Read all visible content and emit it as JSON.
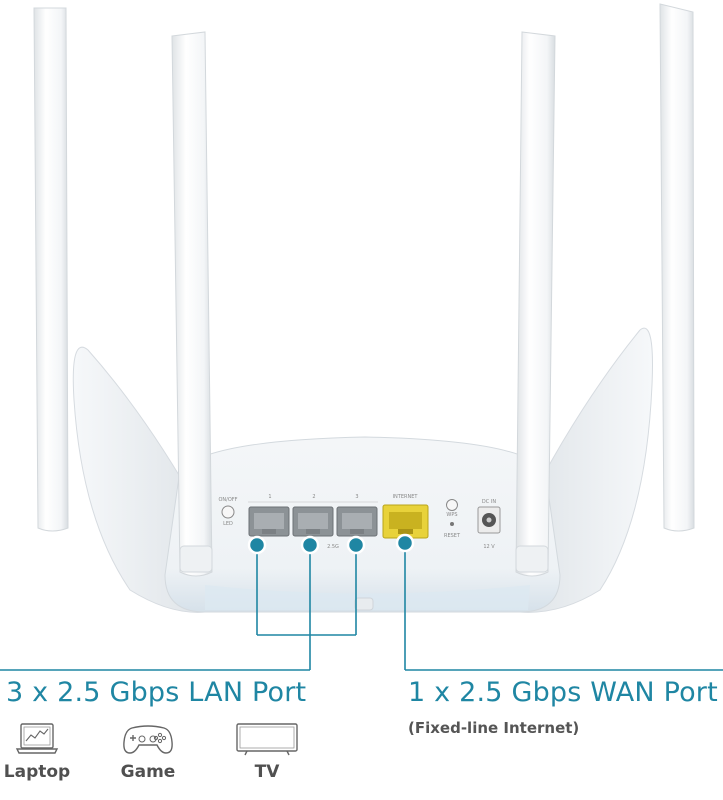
{
  "router": {
    "button_label_1": "ON/OFF",
    "button_label_2": "LED",
    "port_numbers": [
      "1",
      "2",
      "3"
    ],
    "internet_label": "INTERNET",
    "wps_label": "WPS",
    "reset_label": "RESET",
    "dc_label": "DC IN",
    "voltage_label": "12 V",
    "lan_speed_label": "2.5G"
  },
  "lan": {
    "title": "3 x 2.5 Gbps LAN Port",
    "devices": [
      {
        "label": "Laptop",
        "icon": "laptop-icon"
      },
      {
        "label": "Game",
        "icon": "gamepad-icon"
      },
      {
        "label": "TV",
        "icon": "tv-icon"
      }
    ]
  },
  "wan": {
    "title": "1 x 2.5 Gbps WAN Port",
    "subtitle": "(Fixed-line Internet)"
  },
  "colors": {
    "accent": "#1f86a3",
    "wan_port": "#e8d23a",
    "body": "#f3f6f8"
  }
}
